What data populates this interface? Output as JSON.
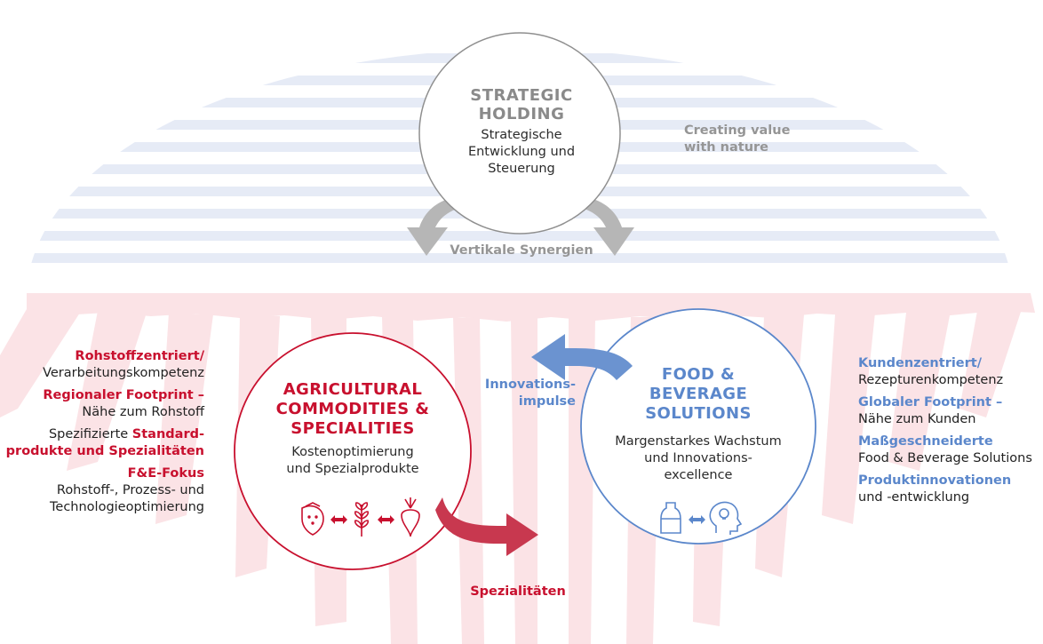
{
  "holding": {
    "title_line1": "STRATEGIC",
    "title_line2": "HOLDING",
    "desc_line1": "Strategische",
    "desc_line2": "Entwicklung und",
    "desc_line3": "Steuerung"
  },
  "tagline": {
    "line1": "Creating value",
    "line2": "with nature"
  },
  "synergies_label": "Vertikale Synergien",
  "agri": {
    "title_line1": "AGRICULTURAL",
    "title_line2": "COMMODITIES &",
    "title_line3": "SPECIALITIES",
    "desc_line1": "Kostenoptimierung",
    "desc_line2": "und Spezialprodukte"
  },
  "food": {
    "title_line1": "FOOD &",
    "title_line2": "BEVERAGE",
    "title_line3": "SOLUTIONS",
    "desc_line1": "Margenstarkes Wachstum",
    "desc_line2": "und Innovations-",
    "desc_line3": "excellence"
  },
  "innovation_label": {
    "line1": "Innovations-",
    "line2": "impulse"
  },
  "specialities_label": "Spezialitäten",
  "left_points": {
    "p1_head": "Rohstoffzentriert/",
    "p1_text": "Verarbeitungskompetenz",
    "p2_head": "Regionaler Footprint –",
    "p2_text": "Nähe zum Rohstoff",
    "p3_pre": "Spezifizierte ",
    "p3_head1": "Standard-",
    "p3_head2": "produkte und Spezialitäten",
    "p4_head": "F&E-Fokus",
    "p4_text1": "Rohstoff-, Prozess- und",
    "p4_text2": "Technologieoptimierung"
  },
  "right_points": {
    "p1_head": "Kundenzentriert/",
    "p1_text": "Rezepturenkompetenz",
    "p2_head": "Globaler Footprint –",
    "p2_text": "Nähe zum Kunden",
    "p3_head": "Maßgeschneiderte",
    "p3_text": "Food & Beverage Solutions",
    "p4_head": "Produktinnovationen",
    "p4_text": "und -entwicklung"
  },
  "icons": {
    "agri": [
      "strawberry-icon",
      "double-arrow-icon",
      "wheat-icon",
      "double-arrow-icon",
      "beet-icon"
    ],
    "food": [
      "bottle-icon",
      "double-arrow-icon",
      "head-lightbulb-icon"
    ]
  },
  "colors": {
    "red": "#c8102e",
    "blue": "#5b87cb",
    "grey": "#959595",
    "stripes_blue": "#e6ebf6",
    "stripes_red": "#fbe3e6"
  }
}
